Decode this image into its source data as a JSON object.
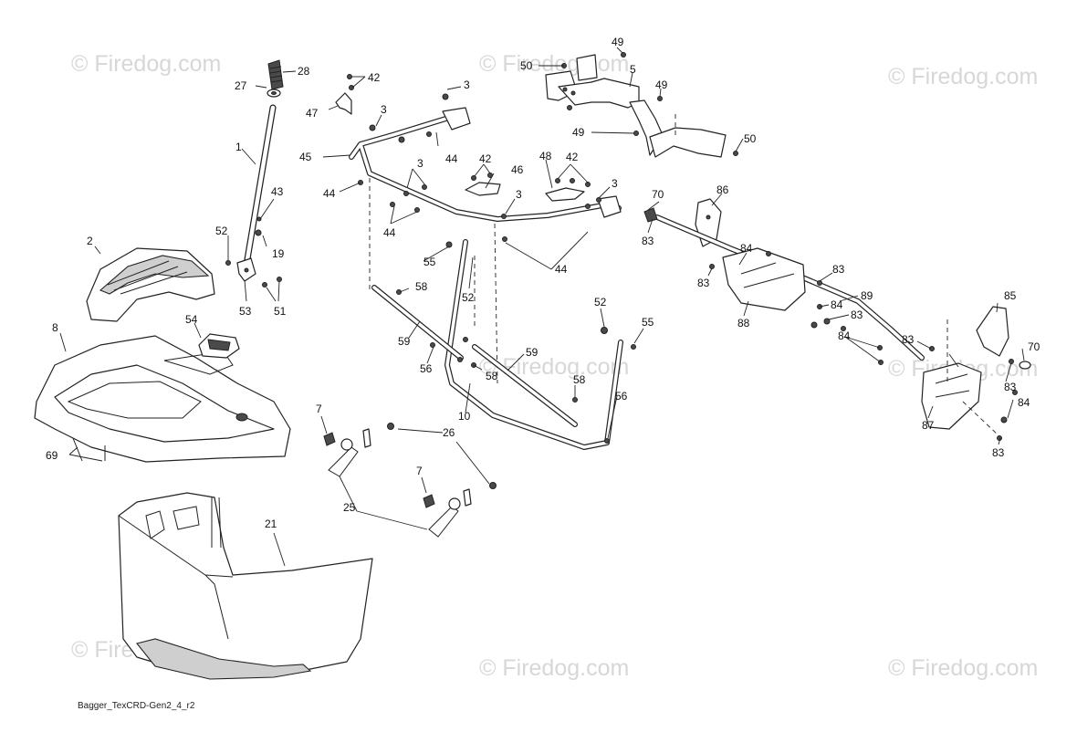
{
  "watermark": "© Firedog.com",
  "caption": "Bagger_TexCRD-Gen2_4_r2",
  "callouts": {
    "c1": "1",
    "c2": "2",
    "c3a": "3",
    "c3b": "3",
    "c3c": "3",
    "c3d": "3",
    "c3e": "3",
    "c5": "5",
    "c7a": "7",
    "c7b": "7",
    "c8": "8",
    "c10": "10",
    "c19": "19",
    "c21": "21",
    "c25": "25",
    "c26": "26",
    "c27": "27",
    "c28": "28",
    "c42a": "42",
    "c42b": "42",
    "c42c": "42",
    "c43": "43",
    "c44a": "44",
    "c44b": "44",
    "c44c": "44",
    "c44d": "44",
    "c45": "45",
    "c46": "46",
    "c47": "47",
    "c48": "48",
    "c49a": "49",
    "c49b": "49",
    "c49c": "49",
    "c50a": "50",
    "c50b": "50",
    "c51": "51",
    "c52a": "52",
    "c52b": "52",
    "c52c": "52",
    "c53": "53",
    "c54": "54",
    "c55a": "55",
    "c55b": "55",
    "c56a": "56",
    "c56b": "56",
    "c58a": "58",
    "c58b": "58",
    "c58c": "58",
    "c59a": "59",
    "c59b": "59",
    "c69": "69",
    "c70a": "70",
    "c70b": "70",
    "c83a": "83",
    "c83b": "83",
    "c83c": "83",
    "c83d": "83",
    "c83e": "83",
    "c83f": "83",
    "c83g": "83",
    "c84a": "84",
    "c84b": "84",
    "c84c": "84",
    "c85": "85",
    "c86": "86",
    "c87": "87",
    "c88": "88",
    "c89": "89"
  }
}
